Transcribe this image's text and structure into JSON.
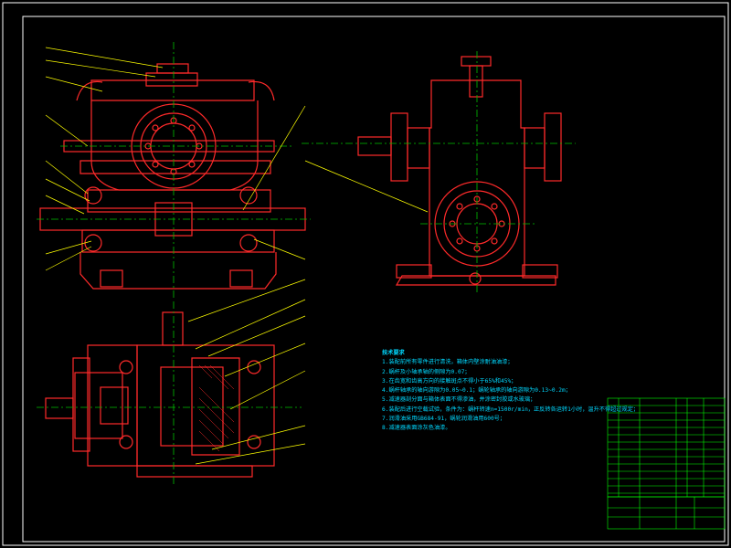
{
  "notes": {
    "title": "技术要求",
    "items": [
      "1.装配前所有零件进行清洗，箱体内壁涂耐油油漆；",
      "2.蜗杆及小轴承轴的侧隙为0.07；",
      "3.在齿宽和齿高方向的接触斑点不得小于65%和45%；",
      "4.蜗杆轴承的轴向游隙为0.05~0.1；蜗轮轴承的轴向游隙为0.13~0.2m；",
      "5.减速器剖分面与箱体表面不得渗油，并涂密封胶或水玻璃；",
      "6.装配后进行空载试验，条件为：蜗杆转速n=1500r/min，正反转各运转1小时，温升不得超过规定；",
      "7.润滑油采用GB684-91，蜗轮润滑油用600号；",
      "8.减速器表面涂灰色油漆。"
    ]
  },
  "colors": {
    "background": "#000000",
    "frame": "#ffffff",
    "outline": "#ff2a2a",
    "leader": "#ffff00",
    "centerline": "#00c000",
    "notes_text": "#00d8ff",
    "title_block": "#00ff00"
  }
}
